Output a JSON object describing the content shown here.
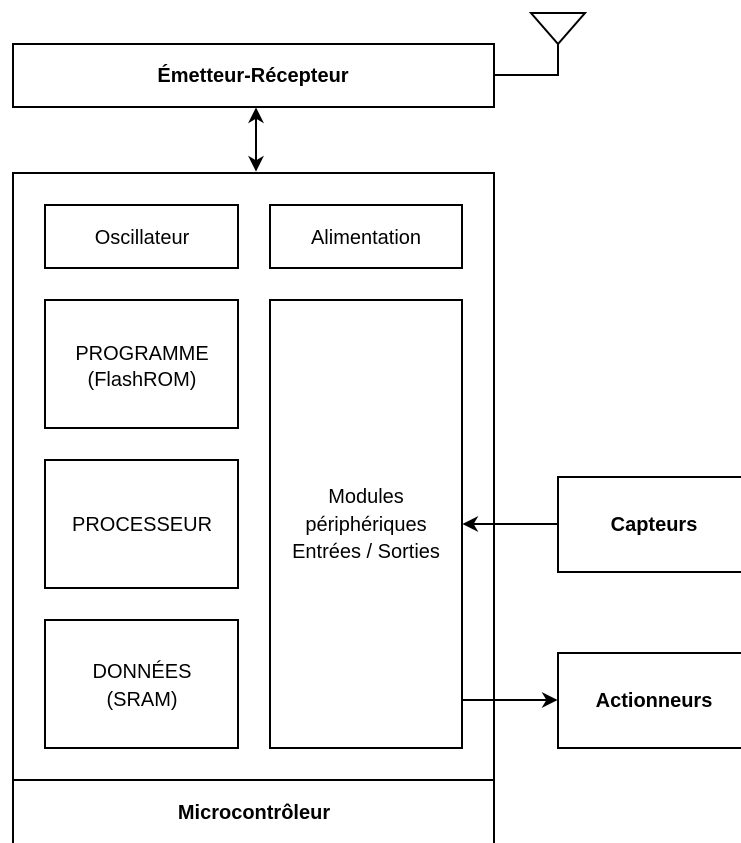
{
  "diagram": {
    "transceiver": "Émetteur-Récepteur",
    "oscillator": "Oscillateur",
    "power": "Alimentation",
    "program_line1": "PROGRAMME",
    "program_line2": "(FlashROM)",
    "processor": "PROCESSEUR",
    "data_line1": "DONNÉES",
    "data_line2": "(SRAM)",
    "io_line1": "Modules",
    "io_line2": "périphériques",
    "io_line3": "Entrées / Sorties",
    "sensors": "Capteurs",
    "actuators": "Actionneurs",
    "microcontroller": "Microcontrôleur"
  },
  "icons": {
    "antenna": "antenna-icon"
  },
  "colors": {
    "stroke": "#000000",
    "fill": "#ffffff"
  }
}
